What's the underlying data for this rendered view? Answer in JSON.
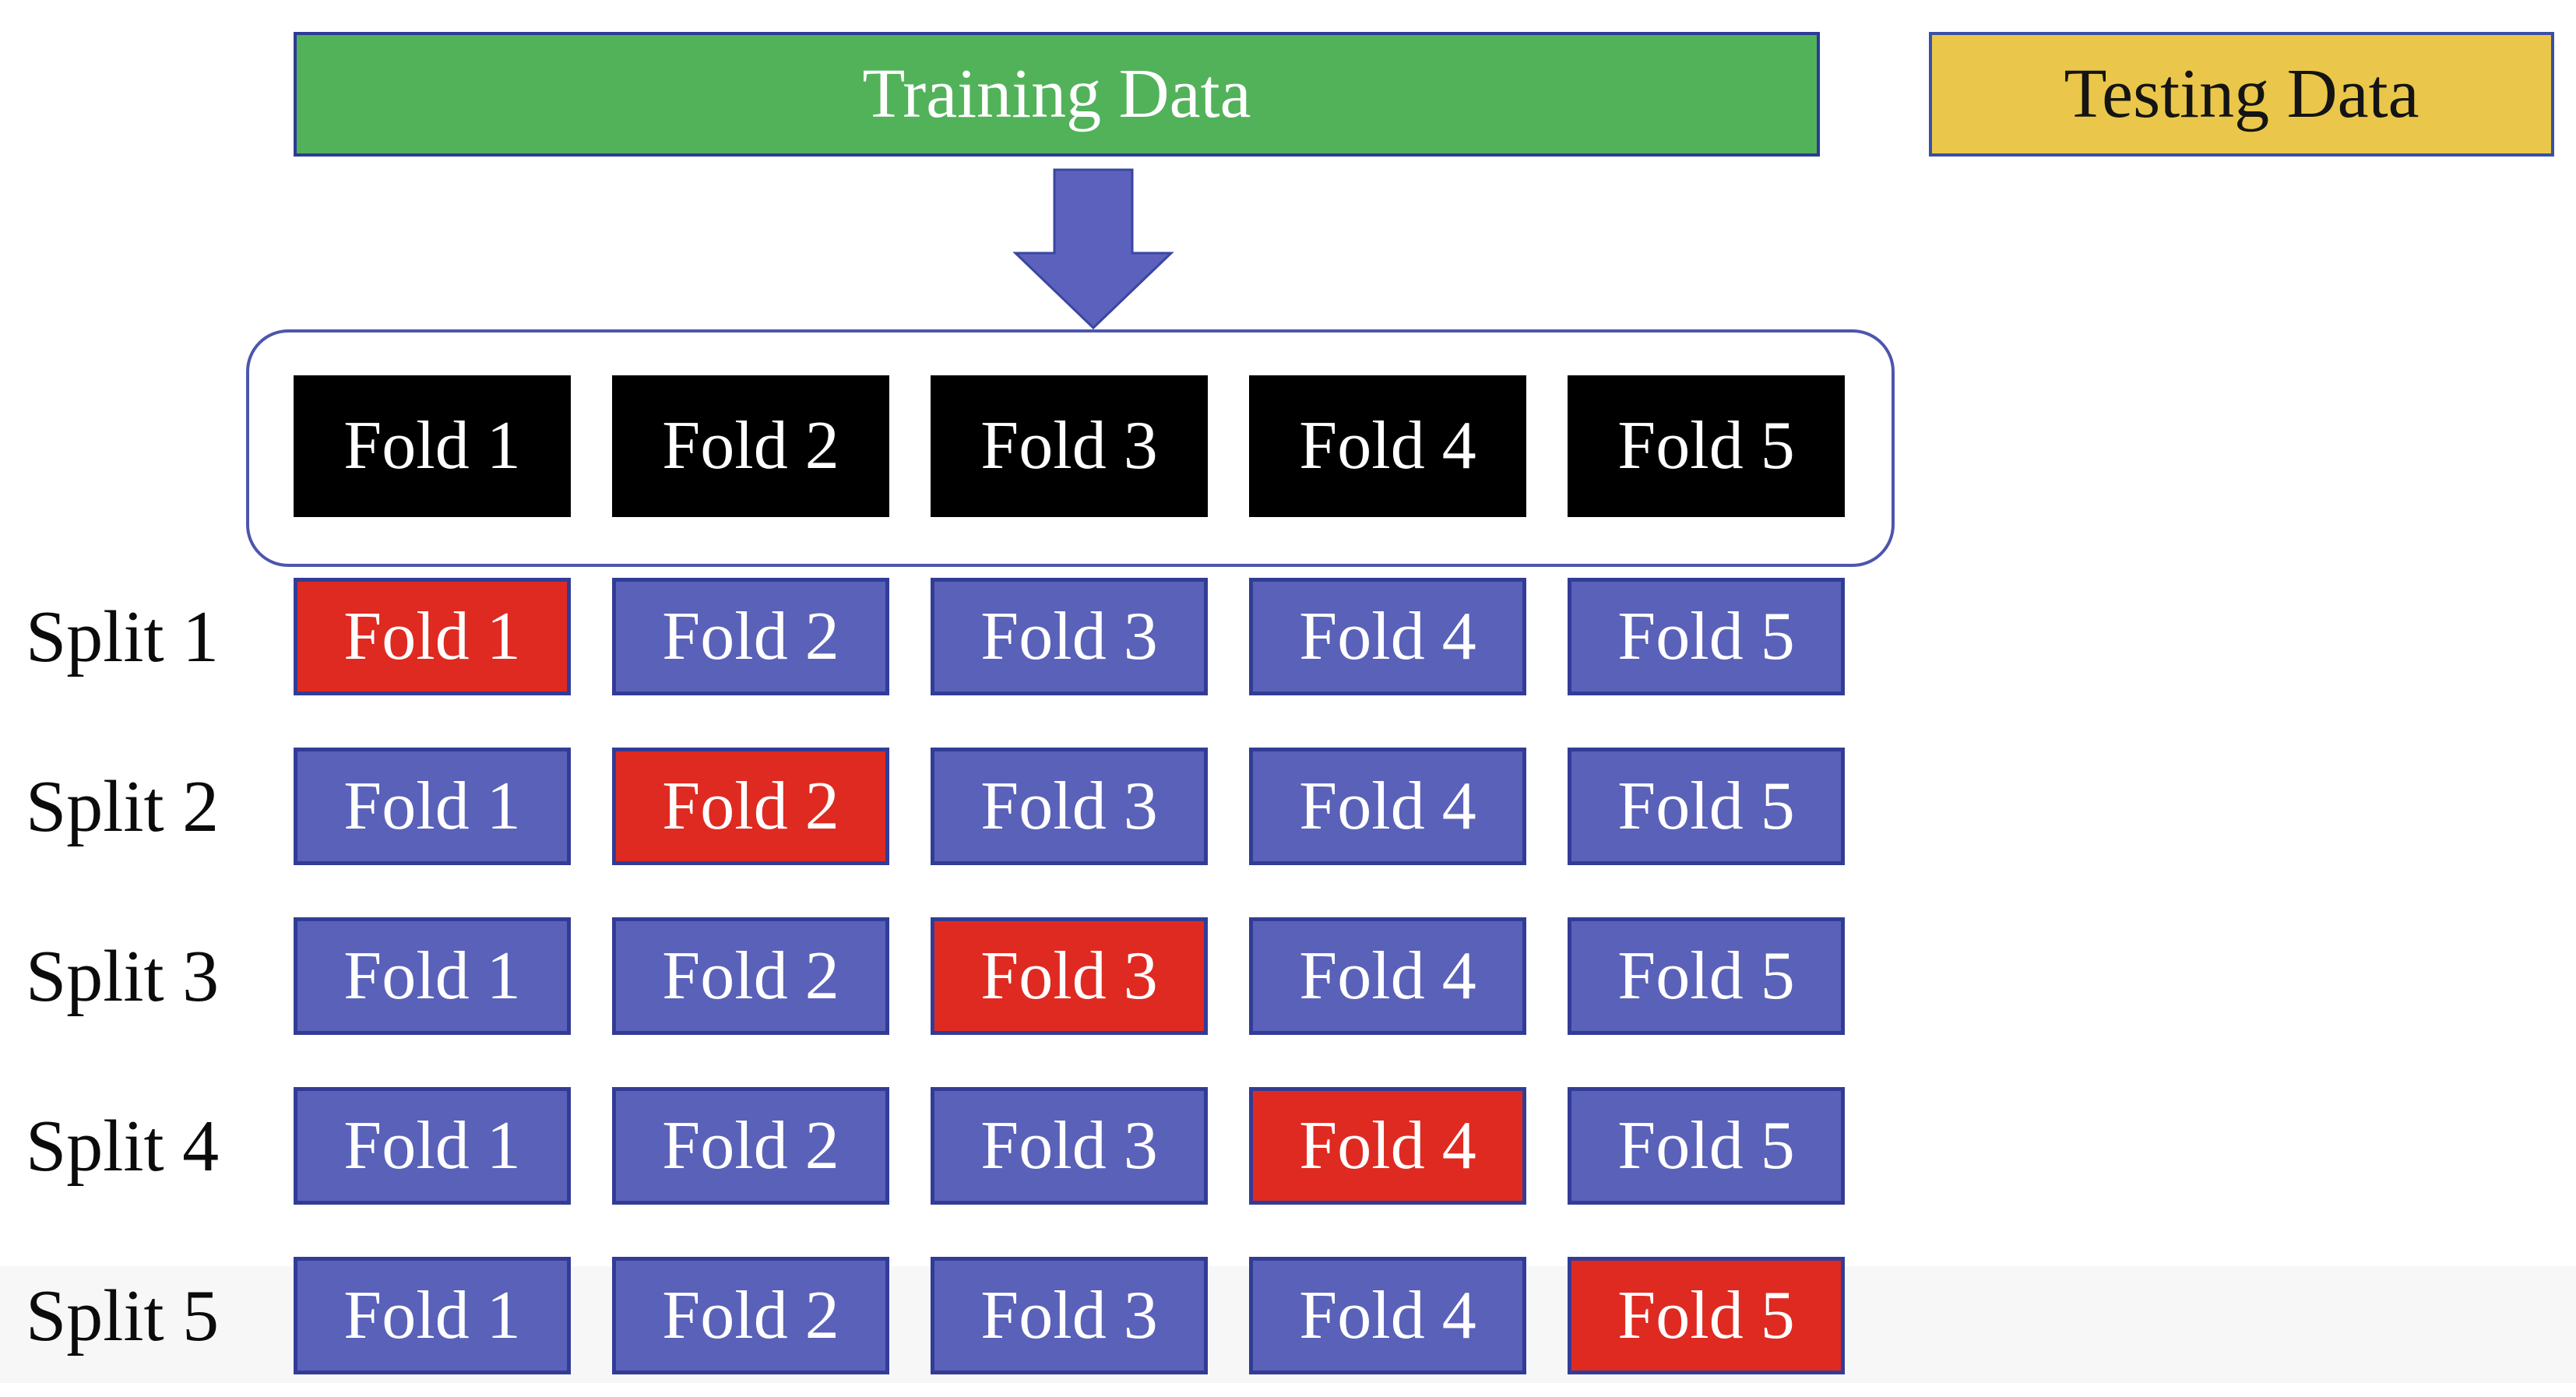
{
  "diagram": {
    "training": {
      "label": "Training Data"
    },
    "testing": {
      "label": "Testing Data"
    },
    "fold_pool": {
      "folds": [
        "Fold 1",
        "Fold 2",
        "Fold 3",
        "Fold 4",
        "Fold 5"
      ]
    },
    "splits": [
      {
        "label": "Split 1",
        "validation_index": 0,
        "cells": [
          "Fold 1",
          "Fold 2",
          "Fold 3",
          "Fold 4",
          "Fold 5"
        ]
      },
      {
        "label": "Split 2",
        "validation_index": 1,
        "cells": [
          "Fold 1",
          "Fold 2",
          "Fold 3",
          "Fold 4",
          "Fold 5"
        ]
      },
      {
        "label": "Split 3",
        "validation_index": 2,
        "cells": [
          "Fold 1",
          "Fold 2",
          "Fold 3",
          "Fold 4",
          "Fold 5"
        ]
      },
      {
        "label": "Split 4",
        "validation_index": 3,
        "cells": [
          "Fold 1",
          "Fold 2",
          "Fold 3",
          "Fold 4",
          "Fold 5"
        ]
      },
      {
        "label": "Split 5",
        "validation_index": 4,
        "cells": [
          "Fold 1",
          "Fold 2",
          "Fold 3",
          "Fold 4",
          "Fold 5"
        ]
      }
    ],
    "colors": {
      "training_fill": "#52B25A",
      "training_border": "#2D3A96",
      "testing_fill": "#EAC74A",
      "testing_border": "#3A50A5",
      "fold_header_fill": "#000000",
      "train_cell_fill": "#5A61B8",
      "validation_cell_fill": "#DF2A21",
      "cell_border": "#323C96",
      "panel_border": "#4C56AC",
      "arrow_fill": "#5B61BD",
      "arrow_stroke": "#3A46A0",
      "label_color": "#0B0B0B"
    }
  }
}
